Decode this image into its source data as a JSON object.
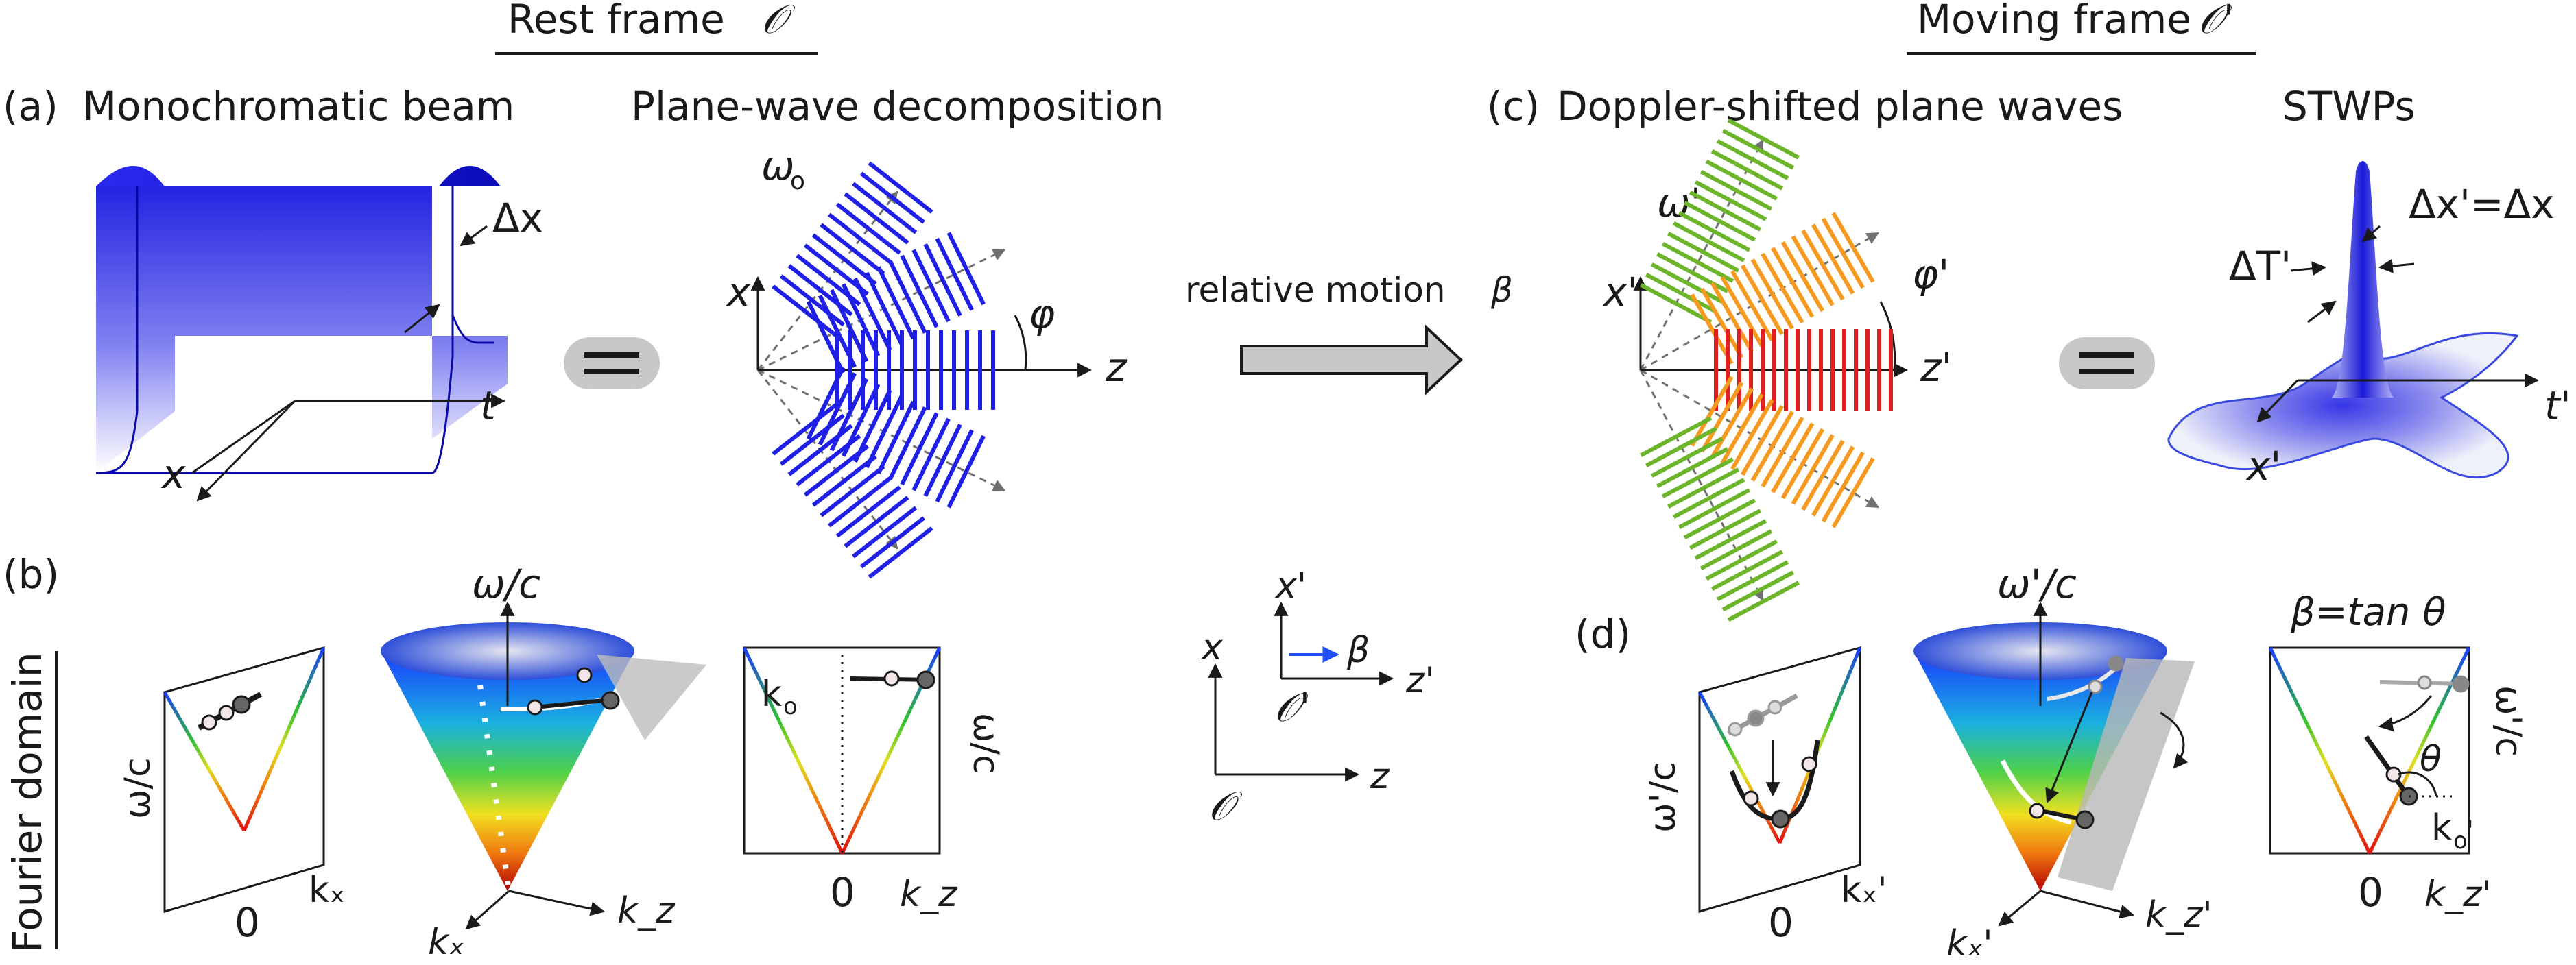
{
  "headers": {
    "rest_frame": "Rest frame",
    "rest_frame_symbol": "𝒪",
    "moving_frame": "Moving frame",
    "moving_frame_symbol": "𝒪'"
  },
  "panels": {
    "a": {
      "label": "(a)",
      "title_left": "Monochromatic beam",
      "title_right": "Plane-wave decomposition",
      "beam_delta": "Δx",
      "beam_t": "t",
      "beam_x": "x",
      "freq": "ω",
      "freq_sub": "o",
      "axis_x": "x",
      "axis_z": "z",
      "angle": "φ"
    },
    "c": {
      "label": "(c)",
      "title_left": "Doppler-shifted plane waves",
      "title_right": "STWPs",
      "freq": "ω'",
      "axis_x": "x'",
      "axis_z": "z'",
      "angle": "φ'",
      "delta_x": "Δx'=Δx",
      "delta_t": "ΔT'",
      "stwp_t": "t'",
      "stwp_x": "x'"
    },
    "b": {
      "label": "(b)",
      "side_label": "Fourier domain",
      "left_ylabel": "ω/c",
      "left_zero": "0",
      "left_xlabel": "kₓ",
      "cone_axis_w": "ω/c",
      "cone_axis_kx": "kₓ",
      "cone_axis_kz": "k_z",
      "right_k": "k",
      "right_k_sub": "o",
      "right_ylabel": "ω/c",
      "right_zero": "0",
      "right_xlabel": "k_z"
    },
    "d": {
      "label": "(d)",
      "left_ylabel": "ω'/c",
      "left_zero": "0",
      "left_xlabel": "kₓ'",
      "cone_axis_w": "ω'/c",
      "cone_axis_kx": "kₓ'",
      "cone_axis_kz": "k_z'",
      "beta_label": "β=tan θ",
      "theta": "θ",
      "right_ylabel": "ω'/c",
      "right_k": "k",
      "right_k_sub": "o",
      "right_k_prime": "'",
      "right_zero": "0",
      "right_xlabel": "k_z'"
    }
  },
  "middle": {
    "relative_motion": "relative motion",
    "beta": "β",
    "frame_prime": "𝒪'",
    "frame": "𝒪",
    "x_prime": "x'",
    "z_prime": "z'",
    "x": "x",
    "z": "z",
    "beta_arrow": "β"
  },
  "colors": {
    "blue_wave": "#1f1fe6",
    "green_wave": "#6cb52a",
    "orange_wave": "#f59a1f",
    "red_wave": "#e02020",
    "beta_arrow": "#1f4fff",
    "grey_arrow": "#bdbdbd"
  }
}
